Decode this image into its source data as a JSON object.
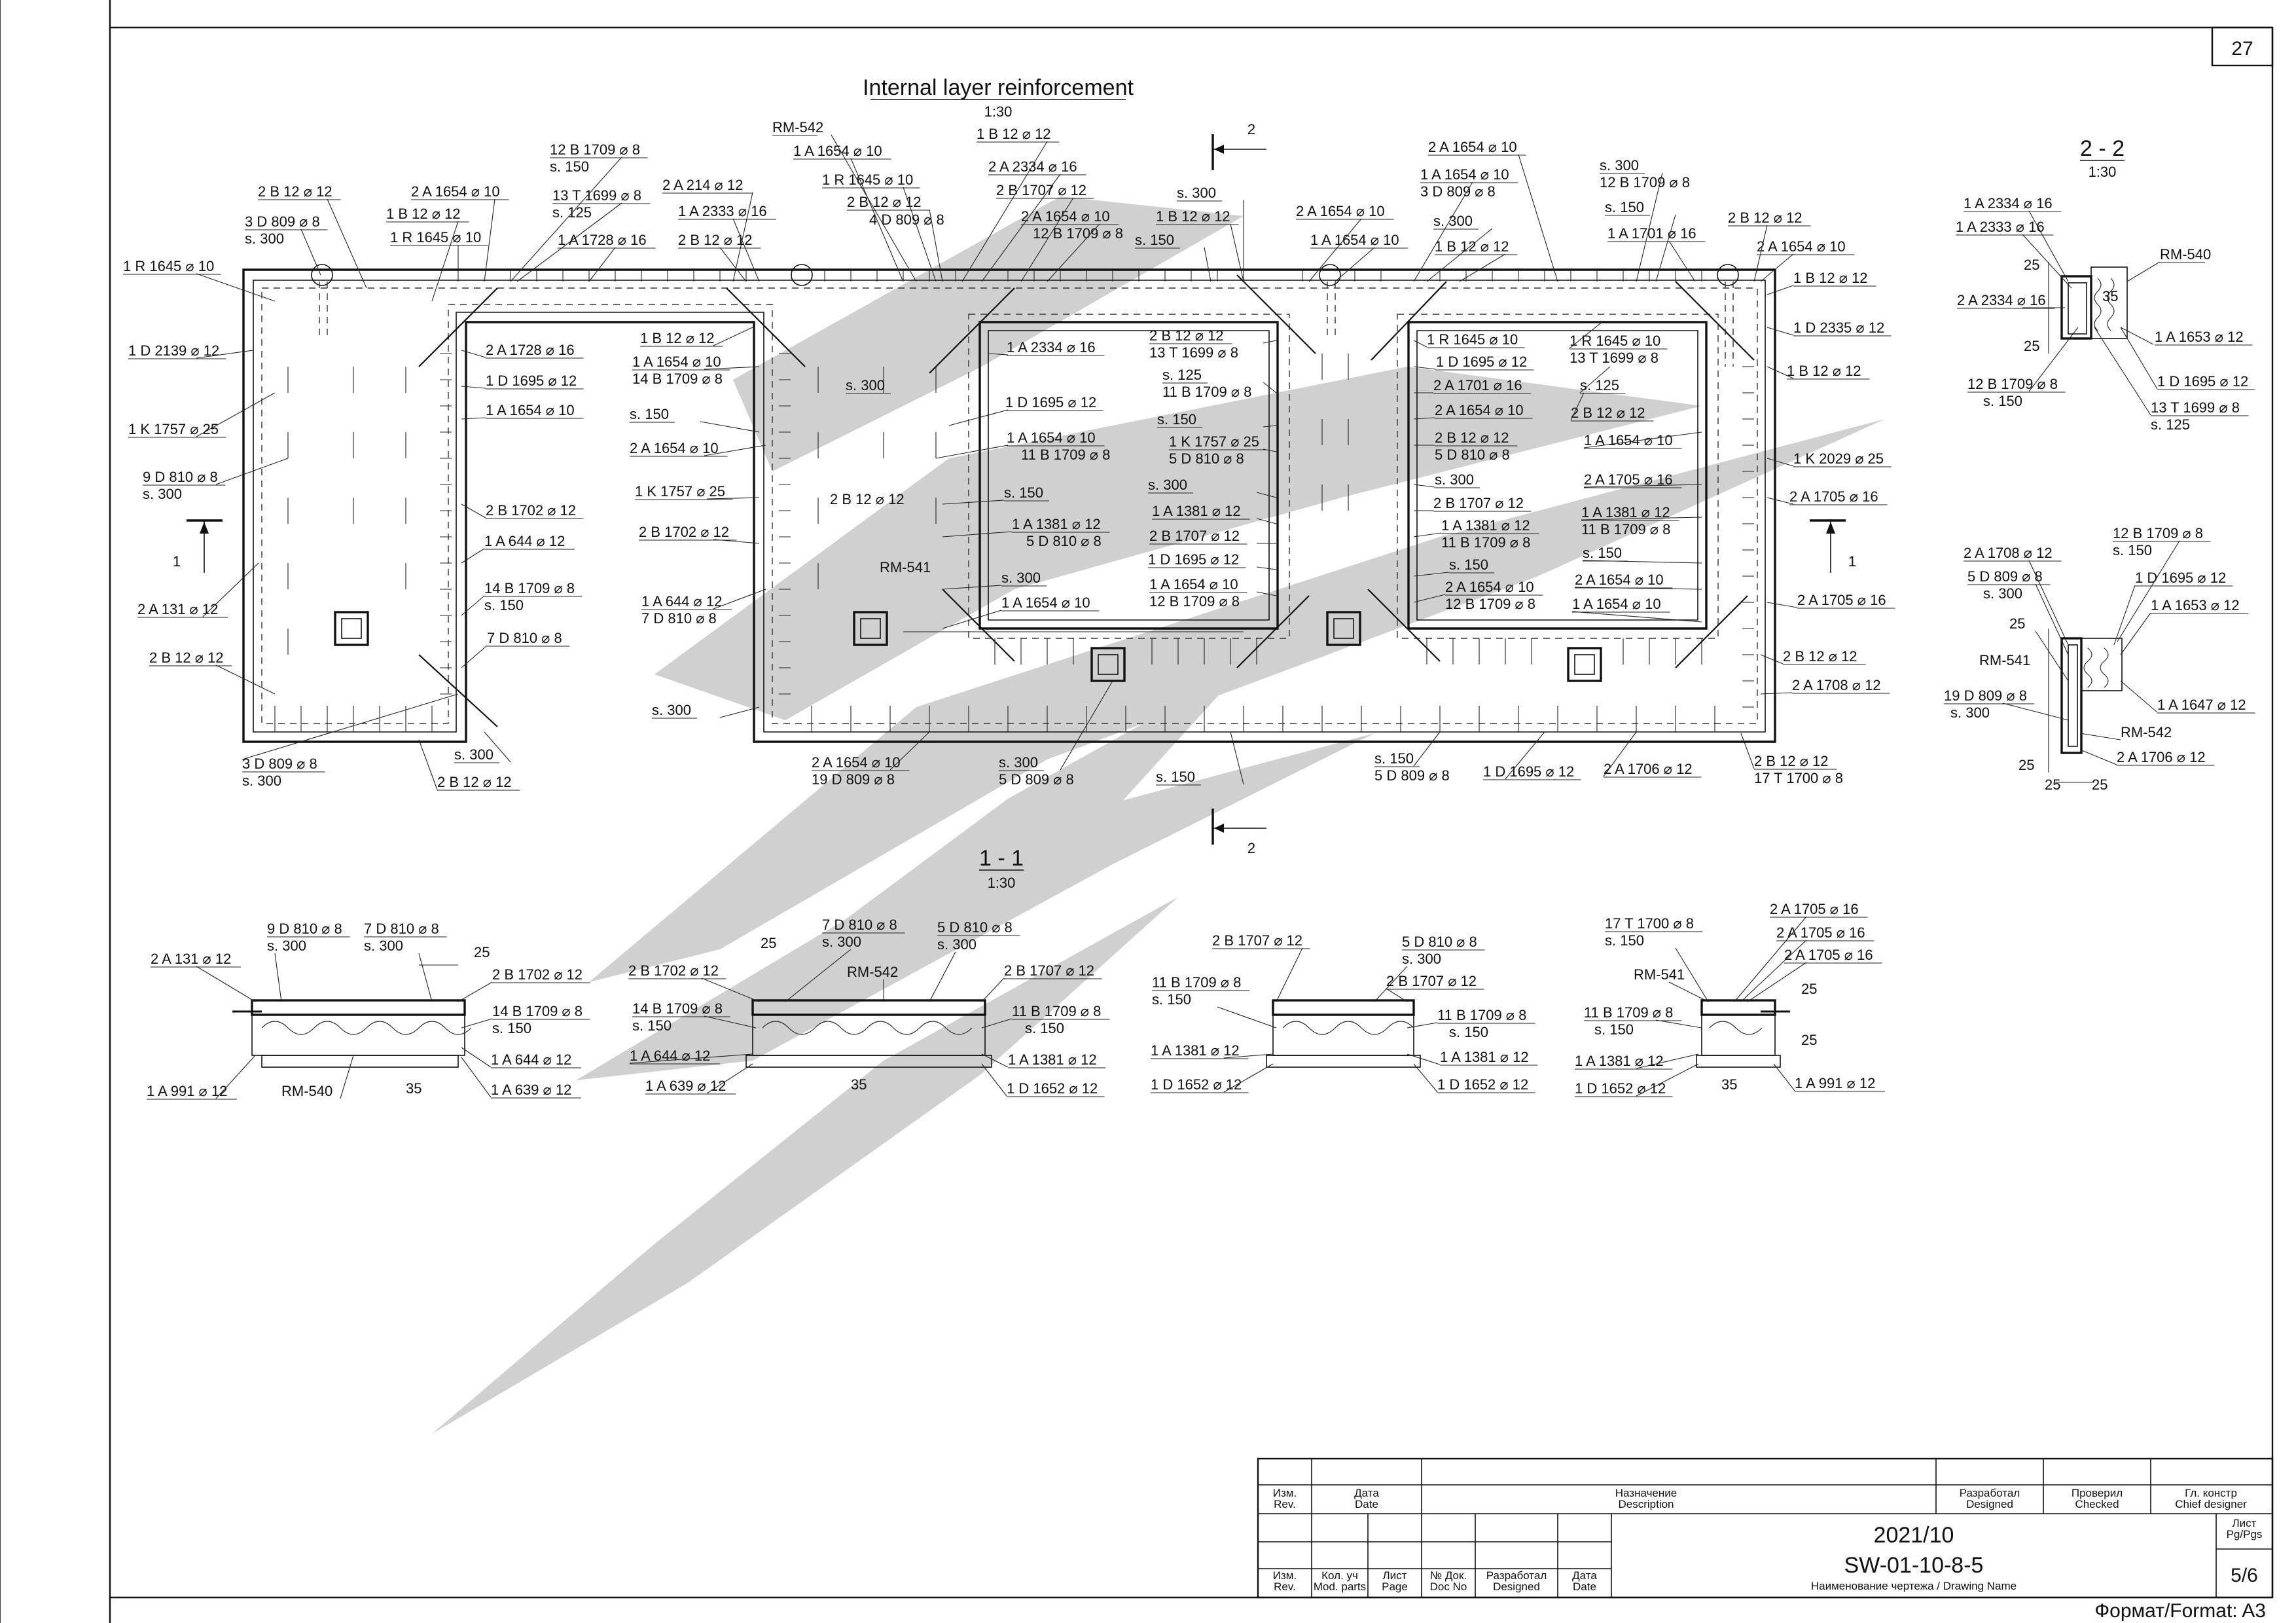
{
  "sheet": {
    "page_number": "27",
    "format_label": "Формат/Format: A3"
  },
  "plan": {
    "title": "Internal layer reinforcement",
    "scale": "1:30",
    "section_mark_1": "1",
    "section_mark_2": "2",
    "labels": [
      "1 R 1645 ⌀ 10",
      "1 D 2139 ⌀ 12",
      "1 K 1757 ⌀ 25",
      "9 D 810 ⌀ 8",
      "s. 300",
      "2 A 131 ⌀ 12",
      "2 B 12 ⌀ 12",
      "3 D 809 ⌀ 8",
      "s. 300",
      "2 B 12 ⌀ 12",
      "3 D 809 ⌀ 8",
      "s. 300",
      "1 B 12 ⌀ 12",
      "1 R 1645 ⌀ 10",
      "2 A 1654 ⌀ 10",
      "12 B 1709 ⌀ 8",
      "s. 150",
      "13 T 1699 ⌀ 8",
      "s. 125",
      "1 A 1728 ⌀ 16",
      "2 A 1728 ⌀ 16",
      "1 D 1695 ⌀ 12",
      "1 A 1654 ⌀ 10",
      "2 B 1702 ⌀ 12",
      "1 A 644 ⌀ 12",
      "14 B 1709 ⌀ 8",
      "s. 150",
      "7 D 810 ⌀ 8",
      "s. 300",
      "2 B 12 ⌀ 12",
      "2 A 214 ⌀ 12",
      "1 A 2333 ⌀ 16",
      "2 B 12 ⌀ 12",
      "1 B 12 ⌀ 12",
      "1 A 1654 ⌀ 10",
      "14 B 1709 ⌀ 8",
      "s. 150",
      "2 A 1654 ⌀ 10",
      "1 K 1757 ⌀ 25",
      "2 B 1702 ⌀ 12",
      "1 A 644 ⌀ 12",
      "7 D 810 ⌀ 8",
      "s. 300",
      "2 B 12 ⌀ 12",
      "RM-541",
      "RM-542",
      "1 A 1654 ⌀ 10",
      "1 R 1645 ⌀ 10",
      "2 B 12 ⌀ 12",
      "4 D 809 ⌀ 8",
      "s. 300",
      "1 B 12 ⌀ 12",
      "2 A 2334 ⌀ 16",
      "2 B 1707 ⌀ 12",
      "2 A 1654 ⌀ 10",
      "12 B 1709 ⌀ 8",
      "s. 150",
      "1 A 2334 ⌀ 16",
      "1 D 1695 ⌀ 12",
      "1 A 1654 ⌀ 10",
      "11 B 1709 ⌀ 8",
      "s. 150",
      "1 A 1381 ⌀ 12",
      "5 D 810 ⌀ 8",
      "s. 300",
      "1 A 1654 ⌀ 10",
      "2 A 1654 ⌀ 10",
      "19 D 809 ⌀ 8",
      "s. 300",
      "5 D 809 ⌀ 8",
      "s. 300",
      "1 B 12 ⌀ 12",
      "2 A 1654 ⌀ 10",
      "1 A 1654 ⌀ 10",
      "2 B 12 ⌀ 12",
      "13 T 1699 ⌀ 8",
      "s. 125",
      "11 B 1709 ⌀ 8",
      "s. 150",
      "1 K 1757 ⌀ 25",
      "5 D 810 ⌀ 8",
      "s. 300",
      "1 A 1381 ⌀ 12",
      "2 B 1707 ⌀ 12",
      "1 D 1695 ⌀ 12",
      "1 A 1654 ⌀ 10",
      "12 B 1709 ⌀ 8",
      "s. 150",
      "2 A 1654 ⌀ 10",
      "1 A 1654 ⌀ 10",
      "3 D 809 ⌀ 8",
      "s. 300",
      "1 B 12 ⌀ 12",
      "1 R 1645 ⌀ 10",
      "1 D 1695 ⌀ 12",
      "2 A 1701 ⌀ 16",
      "2 A 1654 ⌀ 10",
      "2 B 12 ⌀ 12",
      "5 D 810 ⌀ 8",
      "s. 300",
      "2 B 1707 ⌀ 12",
      "1 A 1381 ⌀ 12",
      "11 B 1709 ⌀ 8",
      "s. 150",
      "2 A 1654 ⌀ 10",
      "12 B 1709 ⌀ 8",
      "s. 150",
      "5 D 809 ⌀ 8",
      "s. 300",
      "12 B 1709 ⌀ 8",
      "s. 150",
      "1 A 1701 ⌀ 16",
      "1 R 1645 ⌀ 10",
      "13 T 1699 ⌀ 8",
      "s. 125",
      "2 B 12 ⌀ 12",
      "1 A 1654 ⌀ 10",
      "2 A 1705 ⌀ 16",
      "1 A 1381 ⌀ 12",
      "11 B 1709 ⌀ 8",
      "s. 150",
      "2 A 1654 ⌀ 10",
      "1 A 1654 ⌀ 10",
      "1 D 1695 ⌀ 12",
      "2 A 1706 ⌀ 12",
      "2 B 12 ⌀ 12",
      "2 A 1654 ⌀ 10",
      "1 B 12 ⌀ 12",
      "1 D 2335 ⌀ 12",
      "1 B 12 ⌀ 12",
      "1 K 2029 ⌀ 25",
      "2 A 1705 ⌀ 16",
      "2 A 1705 ⌀ 16",
      "2 B 12 ⌀ 12",
      "2 A 1708 ⌀ 12",
      "2 B 12 ⌀ 12",
      "17 T 1700 ⌀ 8",
      "s. 150"
    ]
  },
  "section_2_2": {
    "title": "2 - 2",
    "scale": "1:30",
    "labels": [
      "1 A 2334 ⌀ 16",
      "1 A 2333 ⌀ 16",
      "RM-540",
      "25",
      "35",
      "2 A 2334 ⌀ 16",
      "25",
      "1 A 1653 ⌀ 12",
      "12 B 1709 ⌀ 8",
      "s. 150",
      "1 D 1695 ⌀ 12",
      "13 T 1699 ⌀ 8",
      "s. 125",
      "12 B 1709 ⌀ 8",
      "s. 150",
      "2 A 1708 ⌀ 12",
      "5 D 809 ⌀ 8",
      "s. 300",
      "1 D 1695 ⌀ 12",
      "1 A 1653 ⌀ 12",
      "25",
      "RM-541",
      "19 D 809 ⌀ 8",
      "s. 300",
      "1 A 1647 ⌀ 12",
      "RM-542",
      "2 A 1706 ⌀ 12",
      "25",
      "25",
      "25"
    ]
  },
  "section_1_1": {
    "title": "1 - 1",
    "scale": "1:30",
    "labels": [
      "2 A 131 ⌀ 12",
      "9 D 810 ⌀ 8",
      "s. 300",
      "7 D 810 ⌀ 8",
      "s. 300",
      "25",
      "2 B 1702 ⌀ 12",
      "14 B 1709 ⌀ 8",
      "s. 150",
      "1 A 644 ⌀ 12",
      "1 A 639 ⌀ 12",
      "1 A 991 ⌀ 12",
      "RM-540",
      "35",
      "7 D 810 ⌀ 8",
      "s. 300",
      "5 D 810 ⌀ 8",
      "s. 300",
      "25",
      "2 B 1702 ⌀ 12",
      "RM-542",
      "2 B 1707 ⌀ 12",
      "14 B 1709 ⌀ 8",
      "s. 150",
      "11 B 1709 ⌀ 8",
      "s. 150",
      "1 A 644 ⌀ 12",
      "1 A 1381 ⌀ 12",
      "1 A 639 ⌀ 12",
      "35",
      "1 D 1652 ⌀ 12",
      "2 B 1707 ⌀ 12",
      "5 D 810 ⌀ 8",
      "s. 300",
      "11 B 1709 ⌀ 8",
      "s. 150",
      "2 B 1707 ⌀ 12",
      "11 B 1709 ⌀ 8",
      "s. 150",
      "1 A 1381 ⌀ 12",
      "1 A 1381 ⌀ 12",
      "1 D 1652 ⌀ 12",
      "1 D 1652 ⌀ 12",
      "17 T 1700 ⌀ 8",
      "s. 150",
      "2 A 1705 ⌀ 16",
      "2 A 1705 ⌀ 16",
      "2 A 1705 ⌀ 16",
      "RM-541",
      "11 B 1709 ⌀ 8",
      "s. 150",
      "25",
      "25",
      "1 A 1381 ⌀ 12",
      "1 A 991 ⌀ 12",
      "1 D 1652 ⌀ 12",
      "35"
    ]
  },
  "title_block": {
    "rev": "Изм.\nRev.",
    "date": "Дата\nDate",
    "description": "Назначение\nDescription",
    "designed": "Разработал\nDesigned",
    "checked": "Проверил\nChecked",
    "chief": "Гл. констр\nChief designer",
    "rev2": "Изм.\nRev.",
    "mod_parts": "Кол. уч\nMod. parts",
    "page": "Лист\nPage",
    "doc_no": "№ Док.\nDoc No",
    "designed2": "Разработал\nDesigned",
    "date2": "Дата\nDate",
    "drawing_date": "2021/10",
    "drawing_code": "SW-01-10-8-5",
    "drawing_name_label": "Наименование чертежа / Drawing Name",
    "pages_label": "Лист\nPg/Pgs",
    "pages_value": "5/6"
  }
}
